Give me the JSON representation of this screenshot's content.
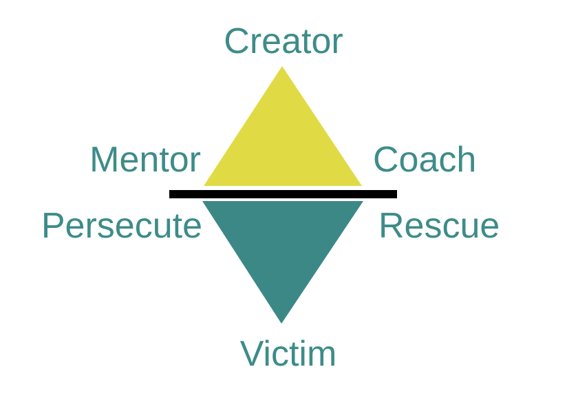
{
  "labels": {
    "top": "Creator",
    "upper_left": "Mentor",
    "upper_right": "Coach",
    "lower_left": "Persecute",
    "lower_right": "Rescue",
    "bottom": "Victim"
  },
  "colors": {
    "label_text": "#3d8c89",
    "upper_triangle": "#e0db45",
    "lower_triangle": "#3c8887",
    "divider": "#000000",
    "background": "#ffffff"
  }
}
